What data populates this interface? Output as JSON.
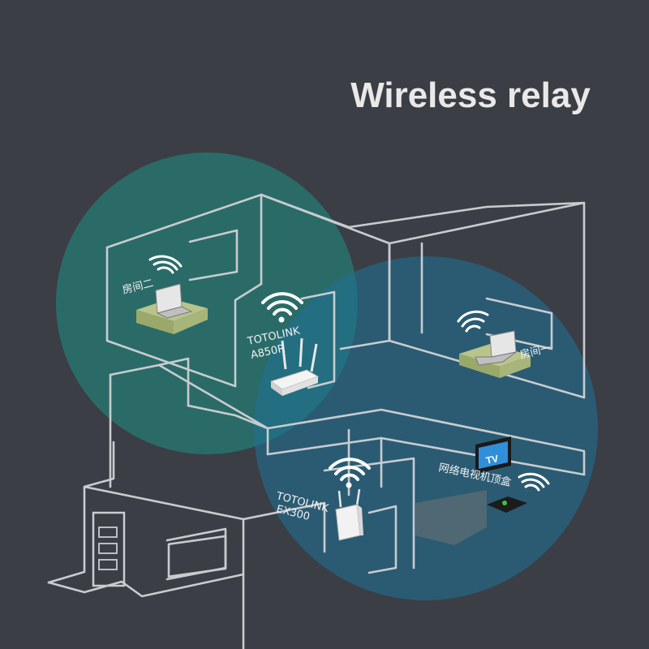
{
  "title": "Wireless relay",
  "colors": {
    "background": "#3b3e45",
    "coverage_green": "#1e8f85",
    "coverage_blue": "#1f6f93",
    "lines": "#c9cccf",
    "desk": "#b9c48a"
  },
  "devices": {
    "router": {
      "brand": "TOTOLINK",
      "model": "A850R",
      "icon": "router-icon"
    },
    "extender": {
      "brand": "TOTOLINK",
      "model": "EX300",
      "icon": "extender-icon"
    }
  },
  "rooms": {
    "room_two": {
      "label": "房间二",
      "icon": "laptop-icon"
    },
    "room_one": {
      "label": "房间一",
      "icon": "laptop-icon"
    },
    "tv": {
      "screen_text": "TV",
      "label": "网络电视机顶盒",
      "icon": "tv-icon"
    }
  }
}
